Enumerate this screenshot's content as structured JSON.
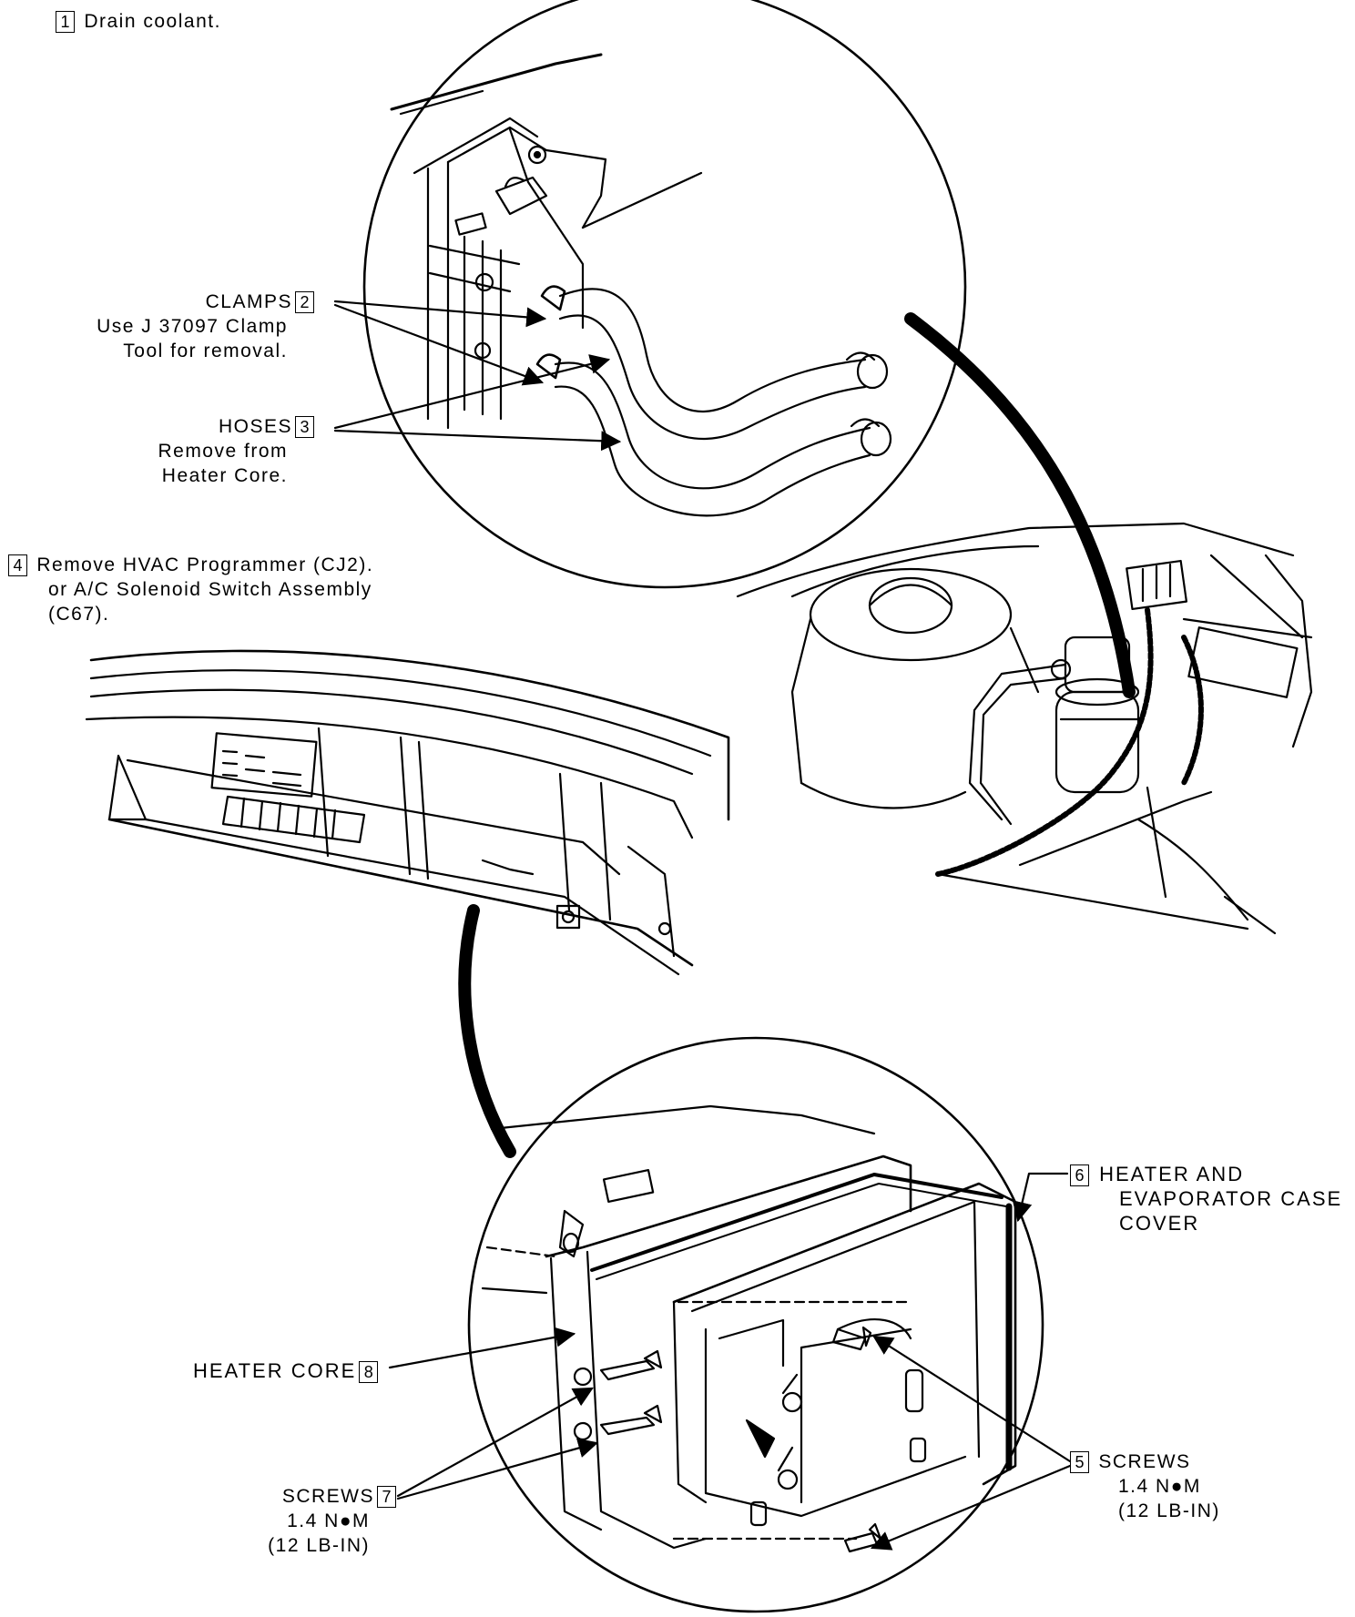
{
  "steps": {
    "s1": {
      "num": "1",
      "text": "Drain coolant."
    },
    "s2": {
      "num": "2",
      "title": "CLAMPS",
      "line1": "Use J 37097 Clamp",
      "line2": "Tool for removal."
    },
    "s3": {
      "num": "3",
      "title": "HOSES",
      "line1": "Remove from",
      "line2": "Heater Core."
    },
    "s4": {
      "num": "4",
      "line1": "Remove HVAC Programmer (CJ2).",
      "line2": "or A/C Solenoid Switch Assembly",
      "line3": "(C67)."
    },
    "s5": {
      "num": "5",
      "title": "SCREWS",
      "line1": "1.4 N●M",
      "line2": "(12 LB-IN)"
    },
    "s6": {
      "num": "6",
      "line1": "HEATER AND",
      "line2": "EVAPORATOR CASE",
      "line3": "COVER"
    },
    "s7": {
      "num": "7",
      "title": "SCREWS",
      "line1": "1.4 N●M",
      "line2": "(12 LB-IN)"
    },
    "s8": {
      "num": "8",
      "title": "HEATER CORE"
    }
  }
}
